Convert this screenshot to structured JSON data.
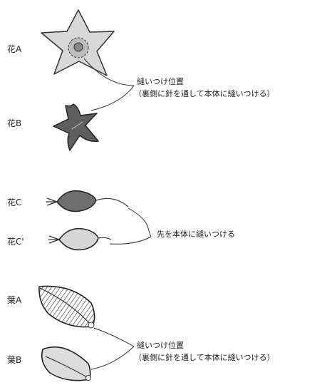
{
  "labels": {
    "flower_a": "花A",
    "flower_b": "花B",
    "flower_c": "花C",
    "flower_c2": "花C'",
    "leaf_a": "葉A",
    "leaf_b": "葉B"
  },
  "notes": {
    "sew_position_top": "縫いつけ位置",
    "sew_position_top_detail": "（裏側に針を通して本体に縫いつける）",
    "tip_sew": "先を本体に縫いつける",
    "sew_position_bottom": "縫いつけ位置",
    "sew_position_bottom_detail": "（裏側に針を通して本体に縫いつける）"
  }
}
